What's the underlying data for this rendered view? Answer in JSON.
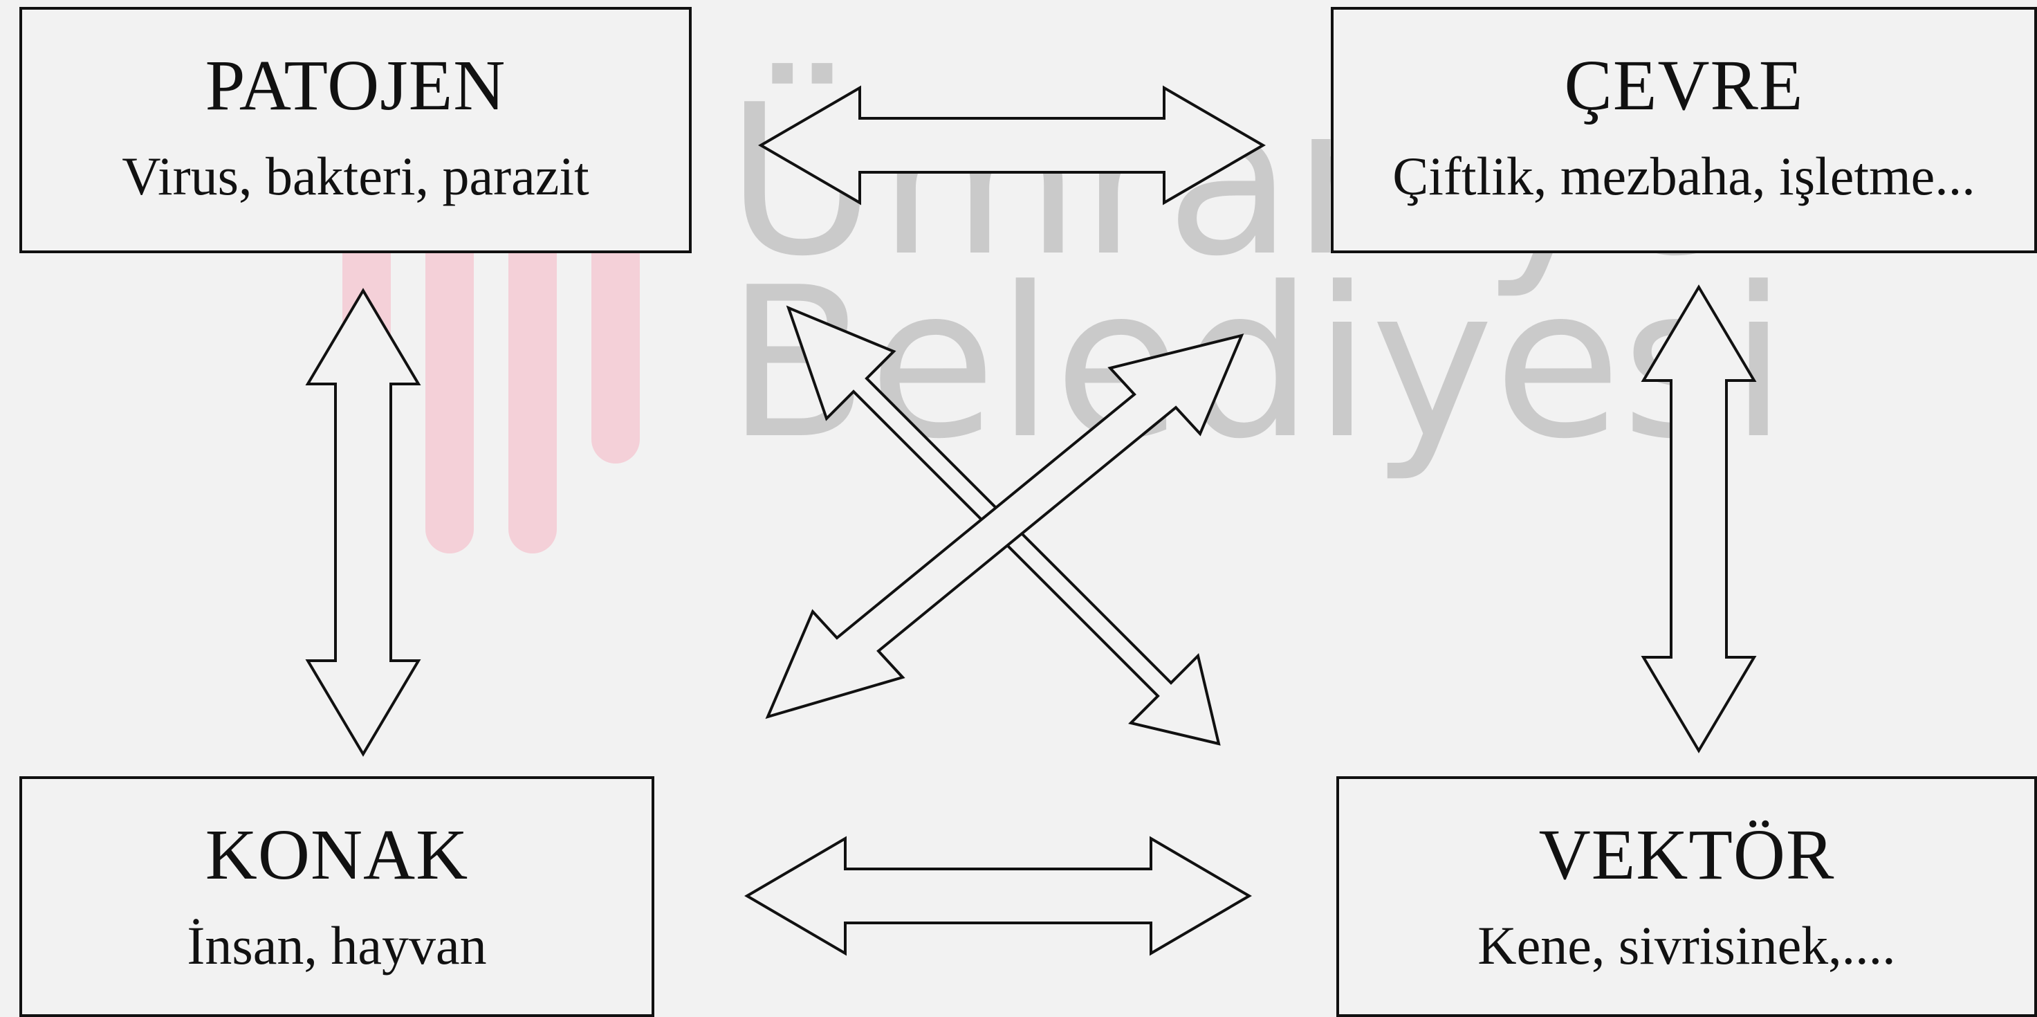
{
  "watermark": {
    "line1": "Ümraniye",
    "line2": "Belediyesi",
    "logo_color": "#f7b6c4",
    "text_color": "#9a9a9a"
  },
  "nodes": {
    "patojen": {
      "title": "PATOJEN",
      "subtitle": "Virus, bakteri, parazit"
    },
    "cevre": {
      "title": "ÇEVRE",
      "subtitle": "Çiftlik, mezbaha, işletme..."
    },
    "konak": {
      "title": "KONAK",
      "subtitle": "İnsan, hayvan"
    },
    "vektor": {
      "title": "VEKTÖR",
      "subtitle": "Kene, sivrisinek,...."
    }
  },
  "colors": {
    "background": "#f2f2f2",
    "stroke": "#111111"
  }
}
